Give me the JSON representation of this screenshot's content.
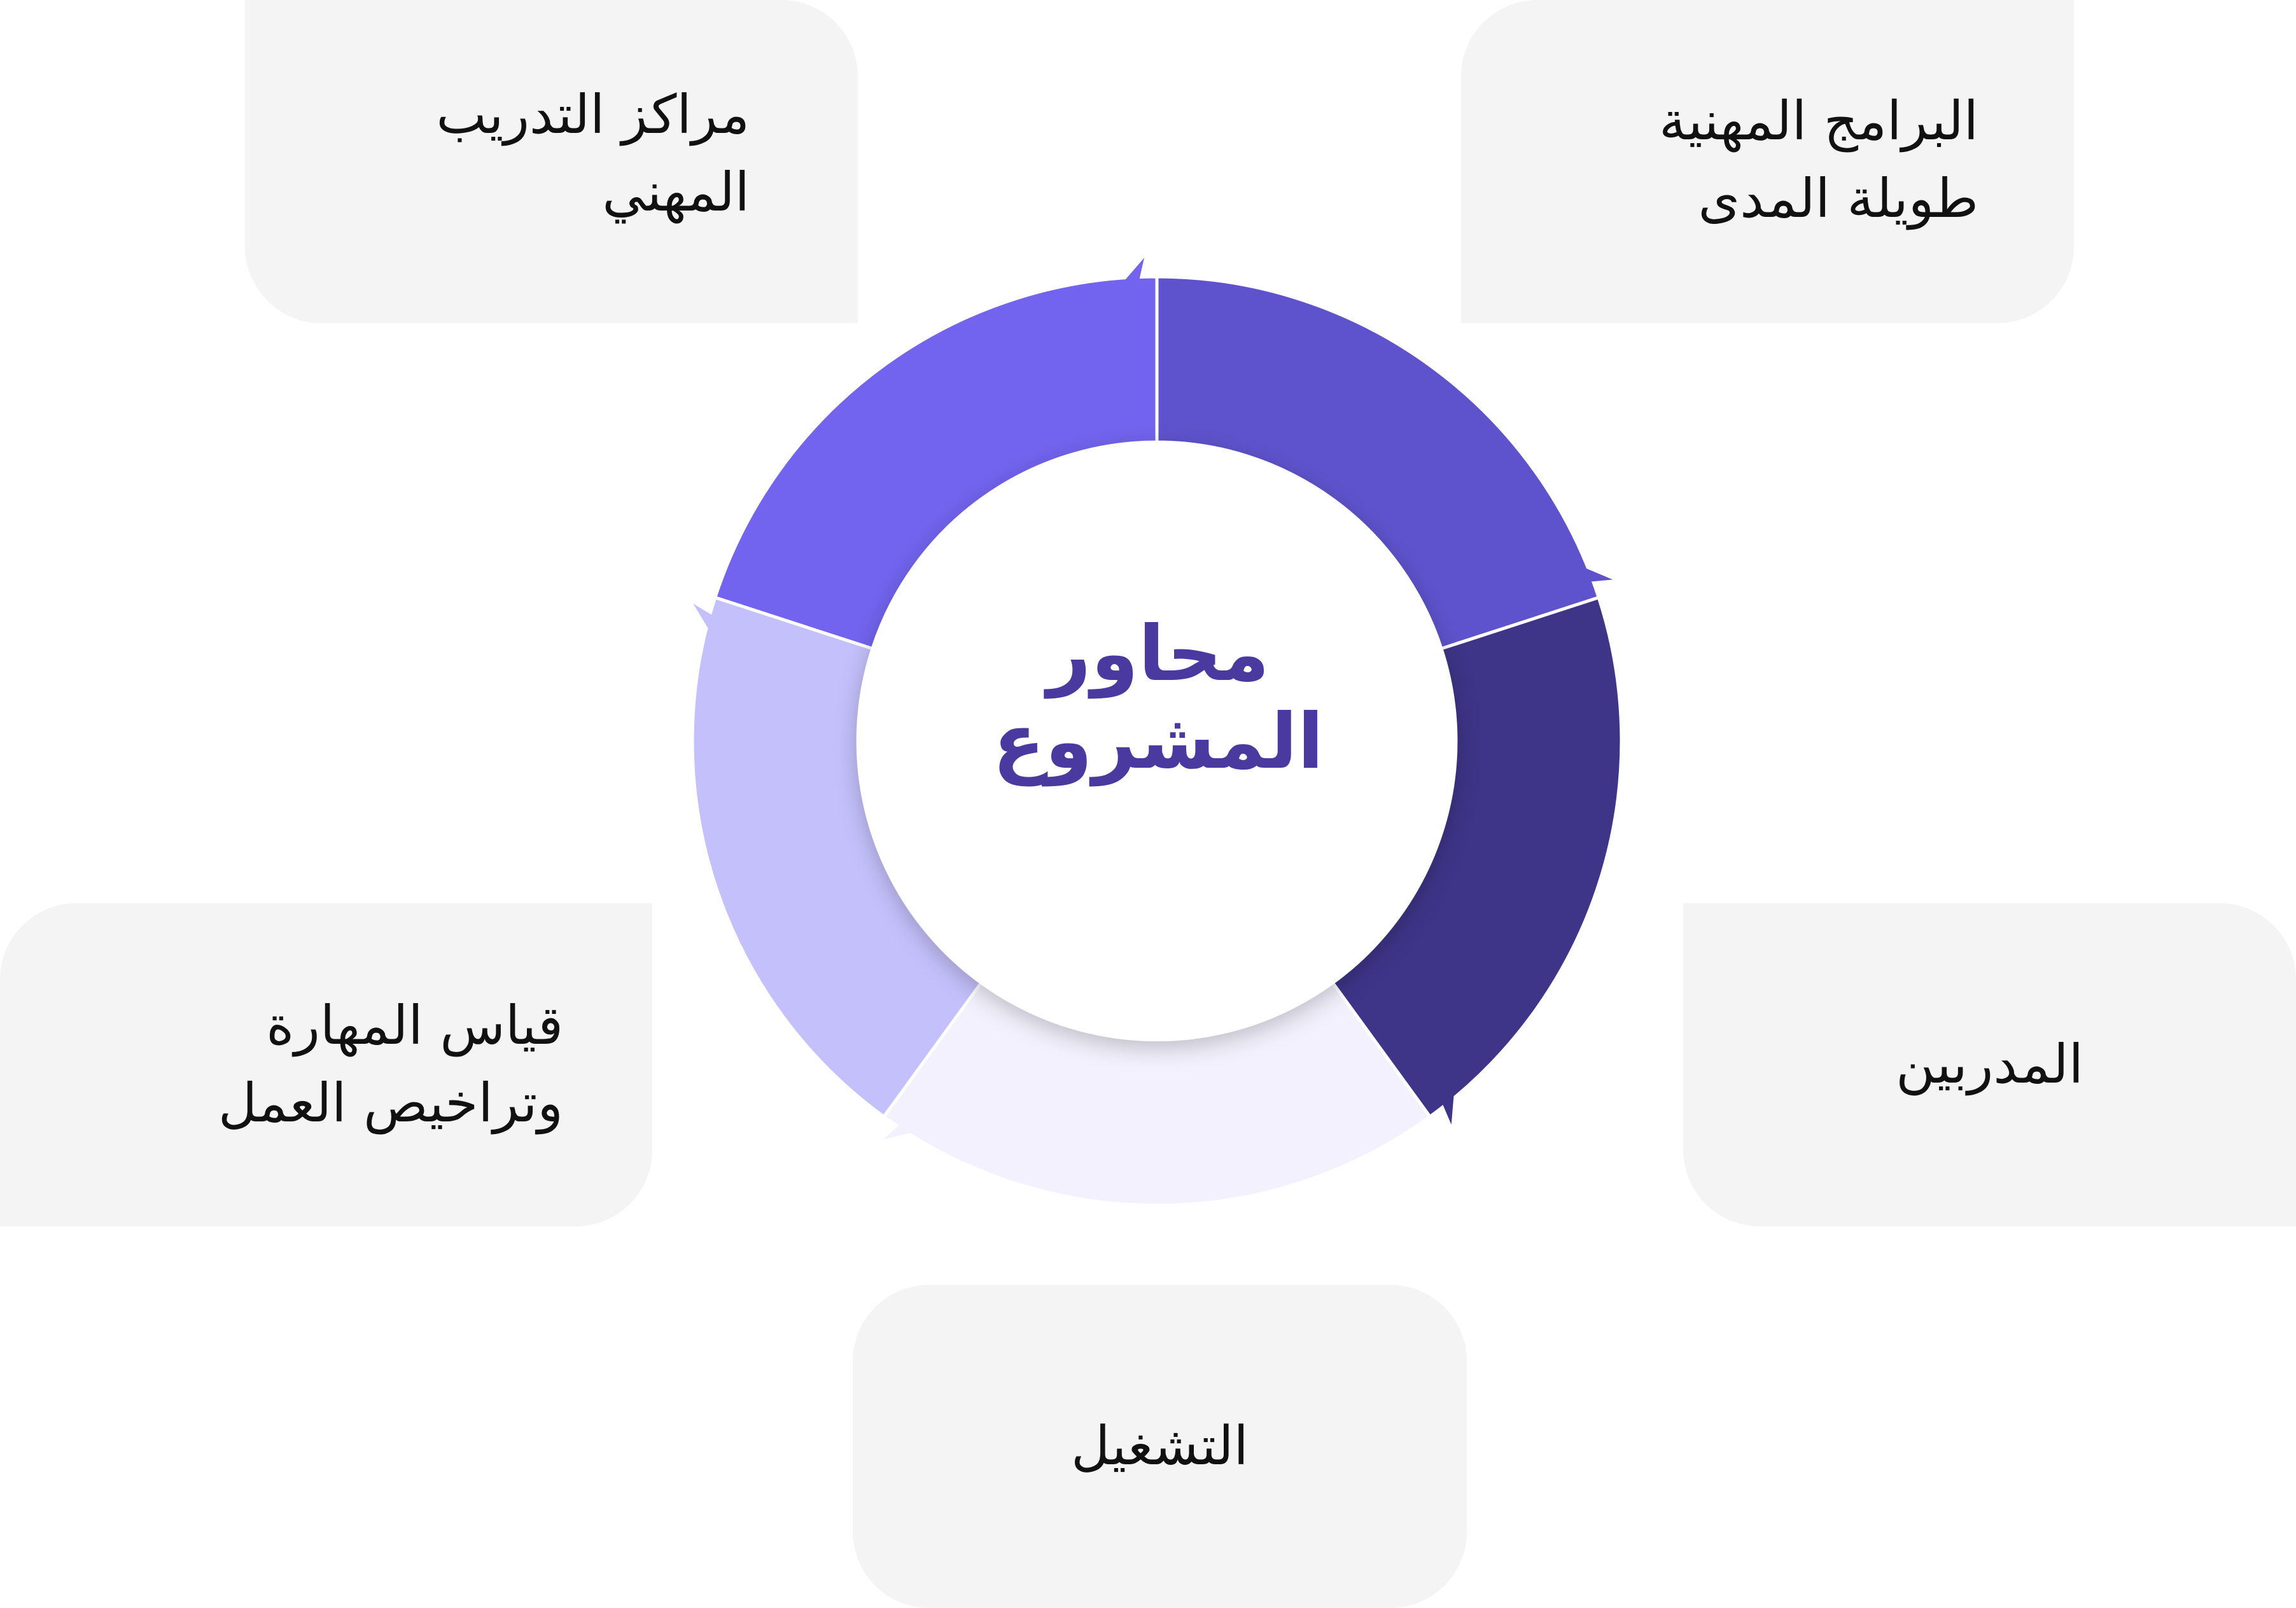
{
  "center": {
    "title": "محاور\nالمشروع"
  },
  "items": [
    {
      "label": "مراكز التدريب\nالمهني",
      "color": "#7264ee"
    },
    {
      "label": "البرامج المهنية\nطويلة المدى",
      "color": "#5e53cc"
    },
    {
      "label": "المدربين",
      "color": "#3e3488"
    },
    {
      "label": "التشغيل",
      "color": "#f2f1fd"
    },
    {
      "label": "قياس المهارة\nوتراخيص العمل",
      "color": "#c4c0fc"
    }
  ],
  "colors": {
    "card_background": "#f4f4f4",
    "center_fill": "#ffffff",
    "title_color": "#4a3aa0"
  }
}
